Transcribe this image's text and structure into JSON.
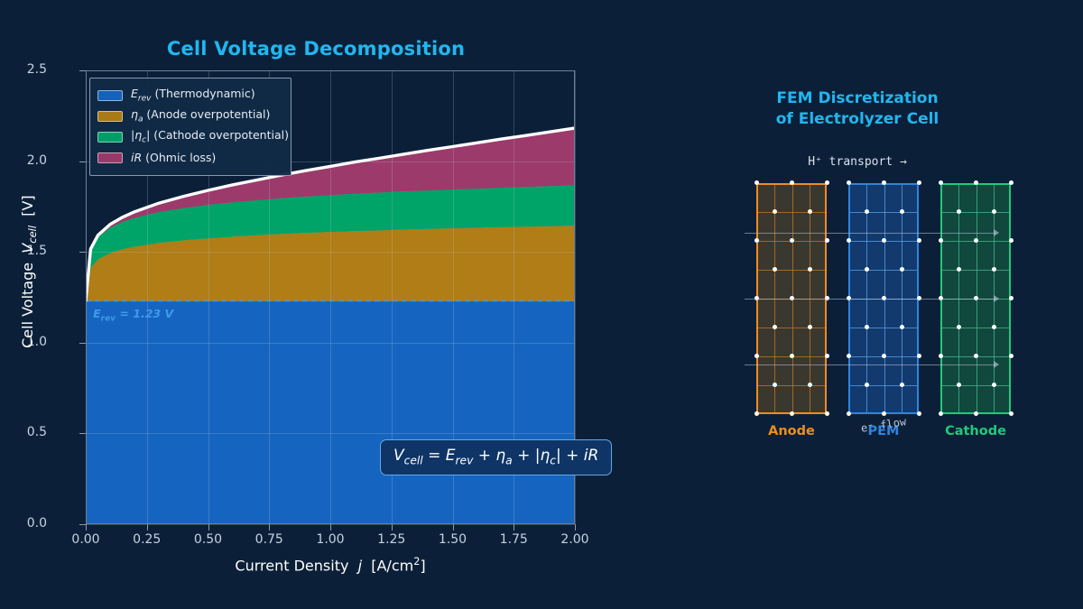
{
  "page": {
    "background": "#0b2038",
    "accent": "#22b6ef"
  },
  "chart_data": {
    "type": "area",
    "stacked": true,
    "title": "Cell Voltage Decomposition",
    "xlabel": "Current Density  j  [A/cm2]",
    "ylabel": "Cell Voltage  Vcell  [V]",
    "xlim": [
      0.0,
      2.0
    ],
    "ylim": [
      0.0,
      2.5
    ],
    "xticks": [
      0.0,
      0.25,
      0.5,
      0.75,
      1.0,
      1.25,
      1.5,
      1.75,
      2.0
    ],
    "xtick_labels": [
      "0.00",
      "0.25",
      "0.50",
      "0.75",
      "1.00",
      "1.25",
      "1.50",
      "1.75",
      "2.00"
    ],
    "yticks": [
      0.0,
      0.5,
      1.0,
      1.5,
      2.0,
      2.5
    ],
    "ytick_labels": [
      "0.0",
      "0.5",
      "1.0",
      "1.5",
      "2.0",
      "2.5"
    ],
    "grid": true,
    "legend_position": "upper left",
    "x": [
      0.0,
      0.02,
      0.05,
      0.1,
      0.15,
      0.2,
      0.3,
      0.4,
      0.5,
      0.6,
      0.7,
      0.8,
      0.9,
      1.0,
      1.1,
      1.2,
      1.3,
      1.4,
      1.5,
      1.6,
      1.7,
      1.8,
      1.9,
      2.0
    ],
    "series": [
      {
        "name": "E_rev (Thermodynamic)",
        "color": "#1565c0",
        "values": [
          1.23,
          1.23,
          1.23,
          1.23,
          1.23,
          1.23,
          1.23,
          1.23,
          1.23,
          1.23,
          1.23,
          1.23,
          1.23,
          1.23,
          1.23,
          1.23,
          1.23,
          1.23,
          1.23,
          1.23,
          1.23,
          1.23,
          1.23,
          1.23
        ]
      },
      {
        "name": "eta_a (Anode overpotential)",
        "color": "#b07d16",
        "values": [
          0.0,
          0.186,
          0.232,
          0.266,
          0.287,
          0.301,
          0.322,
          0.336,
          0.347,
          0.356,
          0.364,
          0.371,
          0.377,
          0.382,
          0.387,
          0.391,
          0.395,
          0.399,
          0.402,
          0.405,
          0.408,
          0.411,
          0.414,
          0.417
        ]
      },
      {
        "name": "|eta_c| (Cathode overpotential)",
        "color": "#00a368",
        "values": [
          0.0,
          0.097,
          0.122,
          0.14,
          0.151,
          0.159,
          0.17,
          0.178,
          0.184,
          0.189,
          0.193,
          0.197,
          0.2,
          0.203,
          0.206,
          0.208,
          0.21,
          0.212,
          0.214,
          0.216,
          0.218,
          0.219,
          0.221,
          0.222
        ]
      },
      {
        "name": "iR (Ohmic loss)",
        "color": "#9c3a6b",
        "values": [
          0.0,
          0.003,
          0.008,
          0.016,
          0.023,
          0.031,
          0.047,
          0.062,
          0.078,
          0.094,
          0.109,
          0.125,
          0.141,
          0.156,
          0.172,
          0.187,
          0.203,
          0.219,
          0.234,
          0.25,
          0.266,
          0.281,
          0.297,
          0.312
        ]
      }
    ],
    "total_curve": {
      "name": "V_cell (total)",
      "color": "#ffffff",
      "values": [
        1.23,
        1.516,
        1.592,
        1.652,
        1.691,
        1.721,
        1.769,
        1.806,
        1.839,
        1.869,
        1.896,
        1.923,
        1.948,
        1.971,
        1.995,
        2.016,
        2.038,
        2.06,
        2.08,
        2.101,
        2.122,
        2.141,
        2.162,
        2.182
      ]
    },
    "annotations": [
      {
        "name": "erev-line",
        "text": "Erev = 1.23 V",
        "y": 1.23,
        "color": "#3f9ae8",
        "linestyle": "dashed"
      }
    ],
    "equation": "Vcell = Erev + ηa + |ηc| + iR"
  },
  "chart": {
    "title": "Cell Voltage Decomposition",
    "legend": [
      {
        "label_html": "<i>E</i><sub><i>rev</i></sub> (Thermodynamic)",
        "color": "#1565c0"
      },
      {
        "label_html": "<i>η</i><sub><i>a</i></sub> (Anode overpotential)",
        "color": "#b07d16"
      },
      {
        "label_html": "|<i>η</i><sub><i>c</i></sub>| (Cathode overpotential)",
        "color": "#00a368"
      },
      {
        "label_html": "<i>iR</i> (Ohmic loss)",
        "color": "#9c3a6b"
      }
    ],
    "ylabel_html": "Cell Voltage &nbsp;<i>V</i><sub><i>cell</i></sub>&nbsp; [V]",
    "xlabel_html": "Current Density &nbsp;<i>j</i>&nbsp; [A/cm<sup>2</sup>]",
    "annotation_html": "<i>E<sub>rev</sub></i> = 1.23 V",
    "equation_html": "<i>V<sub>cell</sub></i> = <i>E<sub>rev</sub></i> + <i>η<sub>a</sub></i> + |<i>η<sub>c</sub></i>| + <i>iR</i>"
  },
  "fem": {
    "title_line1": "FEM Discretization",
    "title_line2": "of Electrolyzer Cell",
    "transport_label": "H⁺ transport →",
    "eflow_label": "e⁻ flow",
    "regions": [
      {
        "name": "Anode",
        "label": "Anode",
        "edge_color": "#f08c1e",
        "fill_color": "#3a372f",
        "grid_color": "#c4791e"
      },
      {
        "name": "PEM",
        "label": "PEM",
        "edge_color": "#2f84e0",
        "fill_color": "#123a6e",
        "grid_color": "#5ba0e8"
      },
      {
        "name": "Cathode",
        "label": "Cathode",
        "edge_color": "#20c97a",
        "fill_color": "#11483e",
        "grid_color": "#46b88c"
      }
    ],
    "mesh": {
      "columns": 4,
      "rows": 8
    }
  }
}
